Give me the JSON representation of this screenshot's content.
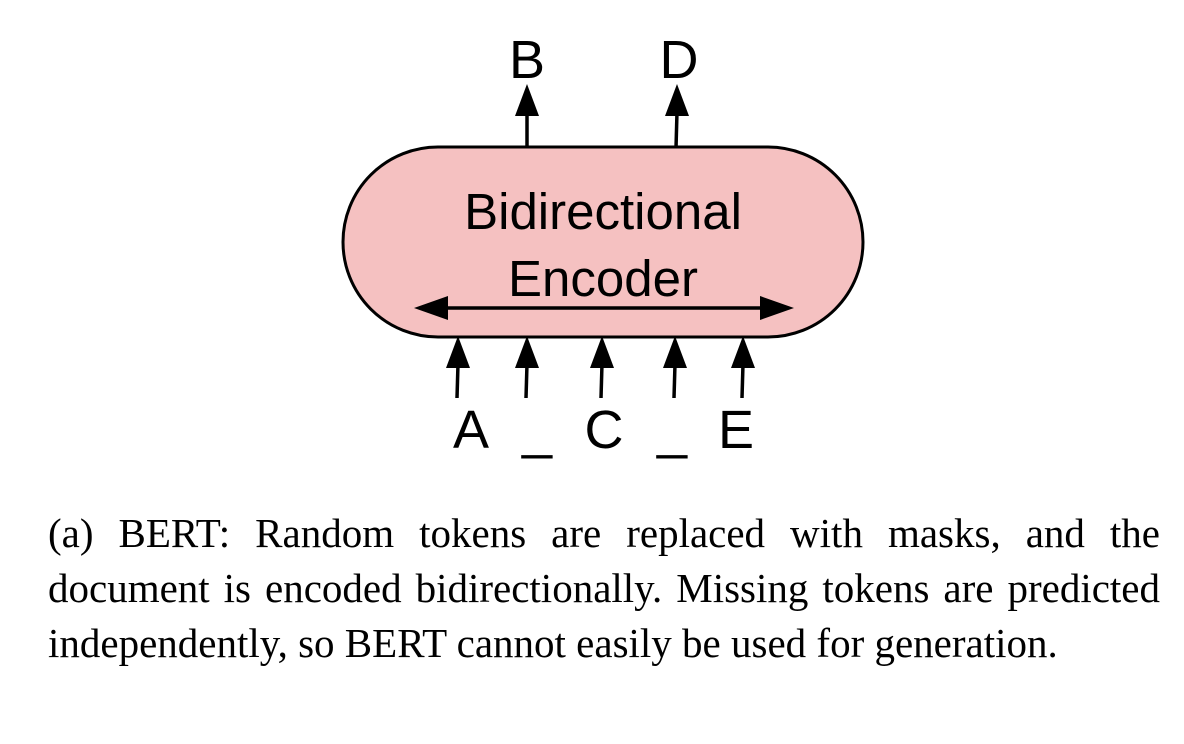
{
  "encoder": {
    "line1": "Bidirectional",
    "line2": "Encoder",
    "fill_color": "#f5c1c1",
    "stroke_color": "#000000"
  },
  "outputs": {
    "first": "B",
    "second": "D"
  },
  "inputs": {
    "t1": "A",
    "t2": "_",
    "t3": "C",
    "t4": "_",
    "t5": "E"
  },
  "caption": {
    "text": "(a) BERT: Random tokens are replaced with masks, and the document is encoded bidirectionally. Missing tokens are predicted independently, so BERT cannot easily be used for generation."
  }
}
